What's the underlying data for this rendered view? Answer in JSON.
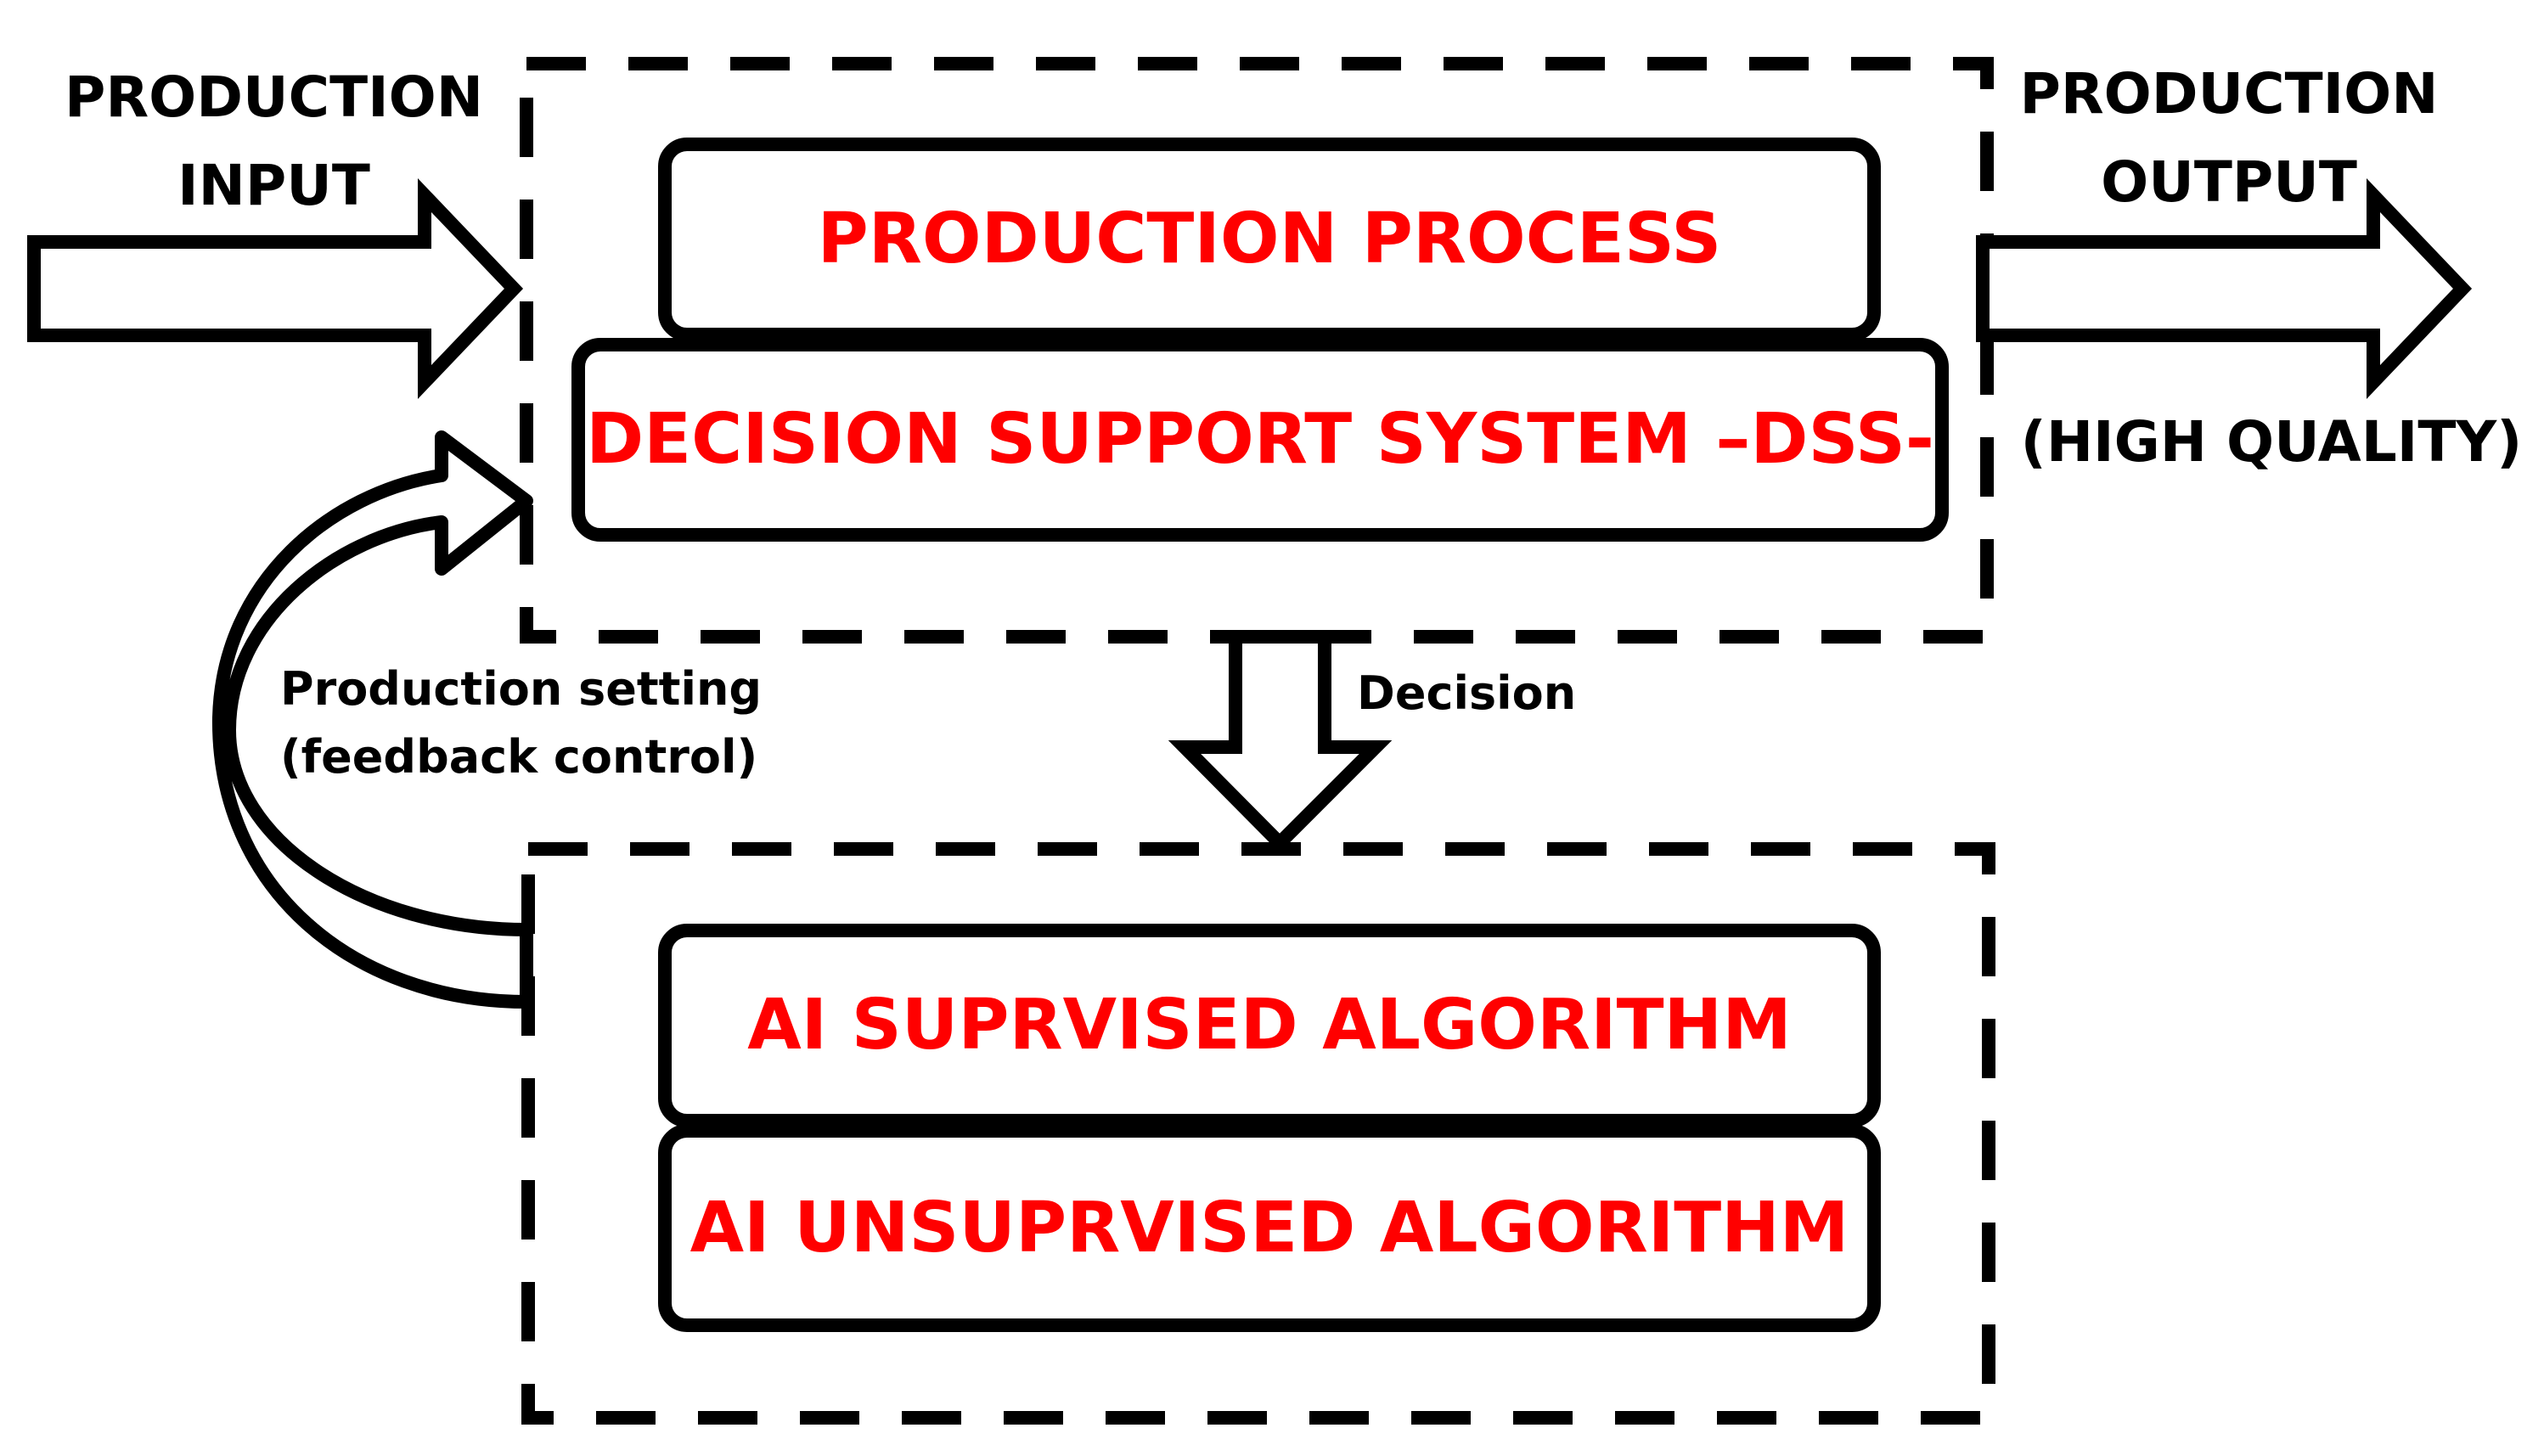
{
  "colors": {
    "line": "#000000",
    "box_text": "#ff0000",
    "background": "#ffffff"
  },
  "input": {
    "line1": "PRODUCTION",
    "line2": "INPUT"
  },
  "output": {
    "line1": "PRODUCTION",
    "line2": "OUTPUT",
    "quality": "(HIGH QUALITY)"
  },
  "top_group": {
    "process_label": "PRODUCTION PROCESS",
    "dss_label": "DECISION SUPPORT SYSTEM –DSS-"
  },
  "bottom_group": {
    "supervised_label": "AI SUPRVISED ALGORITHM",
    "unsupervised_label": "AI UNSUPRVISED ALGORITHM"
  },
  "decision_label": "Decision",
  "feedback": {
    "line1": "Production setting",
    "line2": "(feedback control)"
  },
  "icons": {
    "input_arrow": "right-arrow-icon",
    "output_arrow": "right-arrow-icon",
    "decision_arrow": "down-arrow-icon",
    "feedback_arrow": "curved-arrow-icon"
  }
}
